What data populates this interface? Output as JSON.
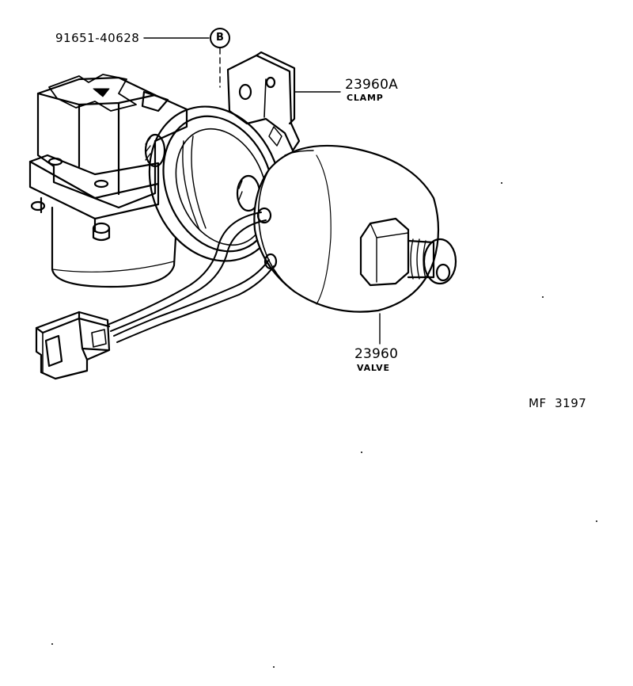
{
  "callouts": {
    "bolt_part_no": "91651-40628",
    "bolt_ref_letter": "B",
    "clamp_part_no": "23960A",
    "clamp_name": "CLAMP",
    "valve_part_no": "23960",
    "valve_name": "VALVE"
  },
  "figure_code": "MF  3197",
  "colors": {
    "ink": "#000000",
    "paper": "#ffffff"
  }
}
